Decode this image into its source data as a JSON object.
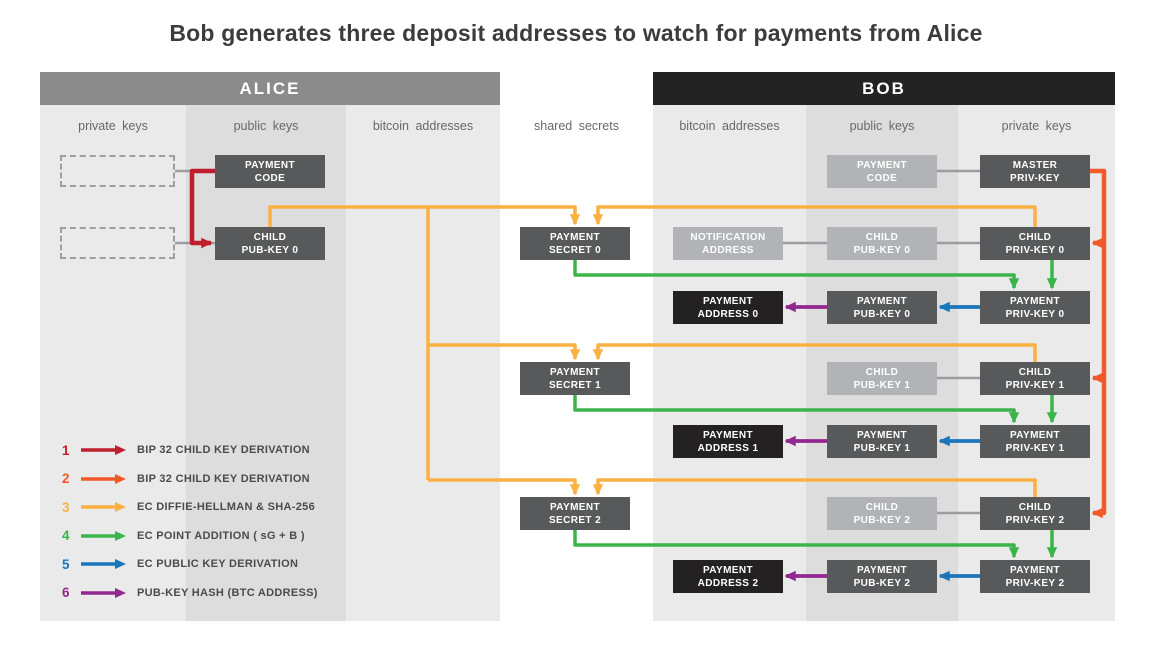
{
  "title": "Bob generates three deposit addresses to watch for payments from Alice",
  "alice": {
    "header": "ALICE",
    "columns": [
      "private keys",
      "public keys",
      "bitcoin addresses"
    ]
  },
  "bob": {
    "header": "BOB",
    "columns": [
      "bitcoin addresses",
      "public keys",
      "private keys"
    ]
  },
  "shared_column": "shared secrets",
  "boxes": {
    "alice_payment_code": {
      "l1": "PAYMENT",
      "l2": "CODE"
    },
    "alice_child_pubkey_0": {
      "l1": "CHILD",
      "l2": "PUB-KEY 0"
    },
    "payment_secret_0": {
      "l1": "PAYMENT",
      "l2": "SECRET 0"
    },
    "payment_secret_1": {
      "l1": "PAYMENT",
      "l2": "SECRET 1"
    },
    "payment_secret_2": {
      "l1": "PAYMENT",
      "l2": "SECRET 2"
    },
    "bob_payment_code": {
      "l1": "PAYMENT",
      "l2": "CODE"
    },
    "master_priv_key": {
      "l1": "MASTER",
      "l2": "PRIV-KEY"
    },
    "notification_address": {
      "l1": "NOTIFICATION",
      "l2": "ADDRESS"
    },
    "bob_child_pubkey_0": {
      "l1": "CHILD",
      "l2": "PUB-KEY 0"
    },
    "bob_child_privkey_0": {
      "l1": "CHILD",
      "l2": "PRIV-KEY 0"
    },
    "payment_address_0": {
      "l1": "PAYMENT",
      "l2": "ADDRESS 0"
    },
    "payment_pubkey_0": {
      "l1": "PAYMENT",
      "l2": "PUB-KEY 0"
    },
    "payment_privkey_0": {
      "l1": "PAYMENT",
      "l2": "PRIV-KEY 0"
    },
    "bob_child_pubkey_1": {
      "l1": "CHILD",
      "l2": "PUB-KEY 1"
    },
    "bob_child_privkey_1": {
      "l1": "CHILD",
      "l2": "PRIV-KEY 1"
    },
    "payment_address_1": {
      "l1": "PAYMENT",
      "l2": "ADDRESS 1"
    },
    "payment_pubkey_1": {
      "l1": "PAYMENT",
      "l2": "PUB-KEY 1"
    },
    "payment_privkey_1": {
      "l1": "PAYMENT",
      "l2": "PRIV-KEY 1"
    },
    "bob_child_pubkey_2": {
      "l1": "CHILD",
      "l2": "PUB-KEY 2"
    },
    "bob_child_privkey_2": {
      "l1": "CHILD",
      "l2": "PRIV-KEY 2"
    },
    "payment_address_2": {
      "l1": "PAYMENT",
      "l2": "ADDRESS 2"
    },
    "payment_pubkey_2": {
      "l1": "PAYMENT",
      "l2": "PUB-KEY 2"
    },
    "payment_privkey_2": {
      "l1": "PAYMENT",
      "l2": "PRIV-KEY 2"
    }
  },
  "legend": {
    "items": [
      {
        "num": "1",
        "color": "#be1e2d",
        "label": "BIP 32 CHILD KEY DERIVATION"
      },
      {
        "num": "2",
        "color": "#f15a29",
        "label": "BIP 32 CHILD KEY DERIVATION"
      },
      {
        "num": "3",
        "color": "#fbb042",
        "label": "EC DIFFIE-HELLMAN & SHA-256"
      },
      {
        "num": "4",
        "color": "#3bb54a",
        "label": "EC POINT ADDITION ( sG + B )"
      },
      {
        "num": "5",
        "color": "#1b75bb",
        "label": "EC PUBLIC KEY DERIVATION"
      },
      {
        "num": "6",
        "color": "#92278f",
        "label": "PUB-KEY HASH (BTC ADDRESS)"
      }
    ]
  },
  "colors": {
    "connector": "#9b9da0"
  }
}
